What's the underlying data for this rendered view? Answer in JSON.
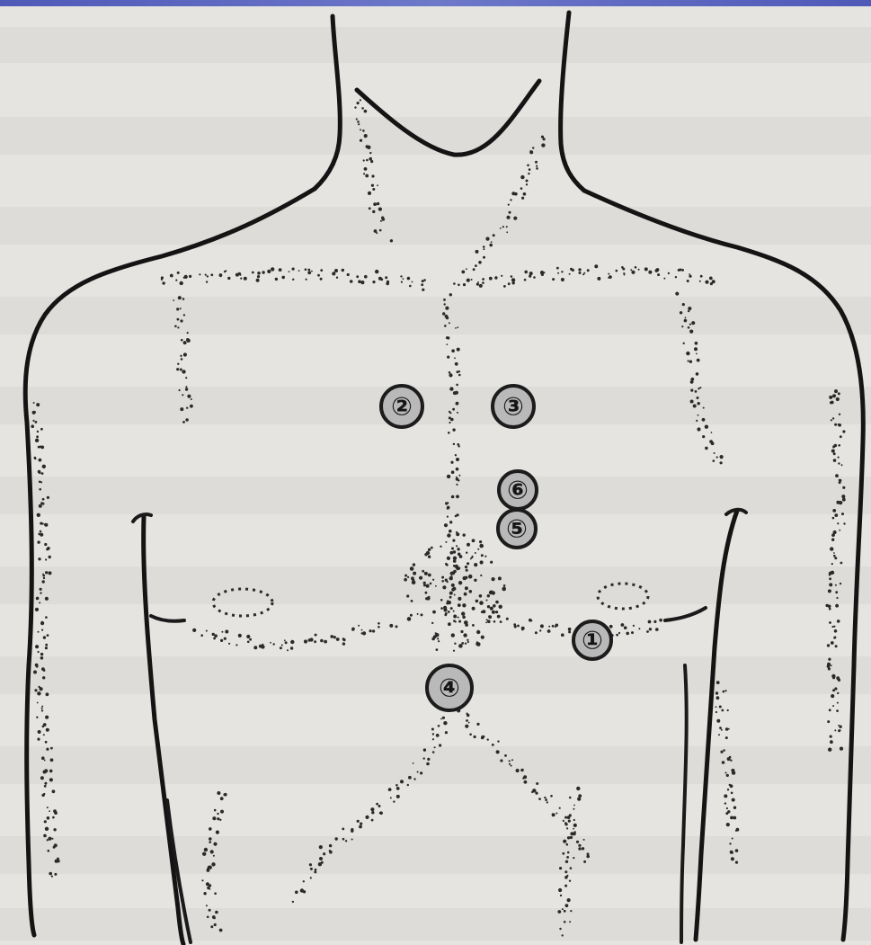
{
  "markers": [
    {
      "label": "①"
    },
    {
      "label": "②"
    },
    {
      "label": "③"
    },
    {
      "label": "④"
    },
    {
      "label": "⑤"
    },
    {
      "label": "⑥"
    }
  ],
  "colors": {
    "ink": "#141414",
    "paper": "#e6e4e1",
    "marker_fill": "#b9b9b9",
    "topbar": "#5a64c0"
  }
}
